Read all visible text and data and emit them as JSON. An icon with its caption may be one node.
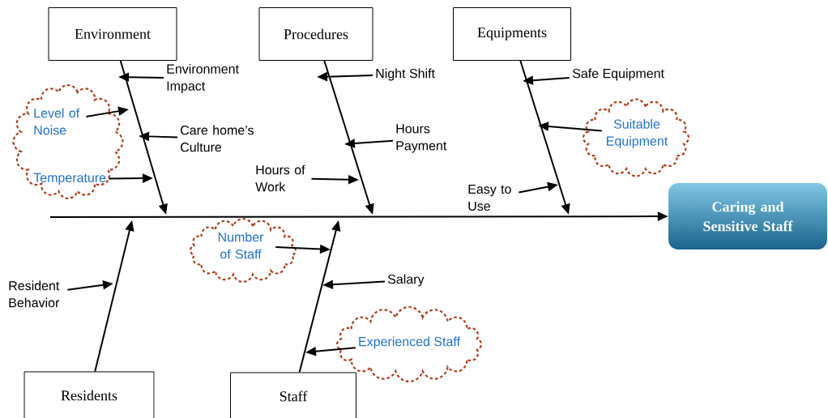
{
  "diagram": {
    "nodes": [
      {
        "text": [
          "Environment"
        ]
      },
      {
        "text": [
          "Procedures"
        ]
      },
      {
        "text": [
          "Equipments"
        ]
      },
      {
        "text": [
          "Environment Impact"
        ]
      },
      {
        "text": [],
        "shape": "cloud"
      },
      {
        "text": [
          "Level of Noise"
        ],
        "in": 4
      },
      {
        "text": [
          "Care home’s Culture"
        ]
      },
      {
        "text": [
          "Temperature"
        ],
        "in": 4
      },
      {
        "text": [
          "Night Shift"
        ]
      },
      {
        "text": [
          "Hours Payment"
        ]
      },
      {
        "text": [
          "Hours of Work"
        ]
      },
      {
        "text": [
          "Safe Equipment"
        ]
      },
      {
        "text": [],
        "shape": "cloud"
      },
      {
        "text": [
          "Suitable Equipment"
        ],
        "in": 12
      },
      {
        "text": [
          "Easy to Use"
        ]
      },
      {
        "text": [
          "Caring and Sensitive Staff"
        ]
      },
      {
        "text": [],
        "shape": "cloud"
      },
      {
        "text": [
          "Number of Staff"
        ],
        "in": 16
      },
      {
        "text": [
          "Resident Behavior"
        ]
      },
      {
        "text": [
          "Salary"
        ]
      },
      {
        "text": [],
        "shape": "cloud"
      },
      {
        "text": [
          "Experienced Staff"
        ],
        "in": 20
      },
      {
        "text": [
          "Residents"
        ]
      },
      {
        "text": [
          "Staff"
        ]
      }
    ],
    "edges": [
      {
        "from": null,
        "to": 15,
        "arrow": "to"
      },
      {
        "from": 0,
        "to": null,
        "arrow": "to"
      },
      {
        "from": 1,
        "to": null,
        "arrow": "to"
      },
      {
        "from": 2,
        "to": null,
        "arrow": "to"
      },
      {
        "from": 3,
        "to": null,
        "arrow": "to"
      },
      {
        "from": 5,
        "to": null,
        "arrow": "to"
      },
      {
        "from": 6,
        "to": null,
        "arrow": "to"
      },
      {
        "from": 7,
        "to": null,
        "arrow": "to"
      },
      {
        "from": 8,
        "to": null,
        "arrow": "to"
      },
      {
        "from": 9,
        "to": null,
        "arrow": "to"
      },
      {
        "from": 10,
        "to": null,
        "arrow": "to"
      },
      {
        "from": 11,
        "to": null,
        "arrow": "to"
      },
      {
        "from": 13,
        "to": null,
        "arrow": "to"
      },
      {
        "from": 14,
        "to": null,
        "arrow": "to"
      },
      {
        "from": 17,
        "to": null,
        "arrow": "to"
      },
      {
        "from": 18,
        "to": null,
        "arrow": "to"
      },
      {
        "from": 19,
        "to": null,
        "arrow": "to"
      },
      {
        "from": 21,
        "to": null,
        "arrow": "to"
      },
      {
        "from": 22,
        "to": null,
        "arrow": "to"
      },
      {
        "from": 23,
        "to": null,
        "arrow": "to"
      }
    ]
  }
}
